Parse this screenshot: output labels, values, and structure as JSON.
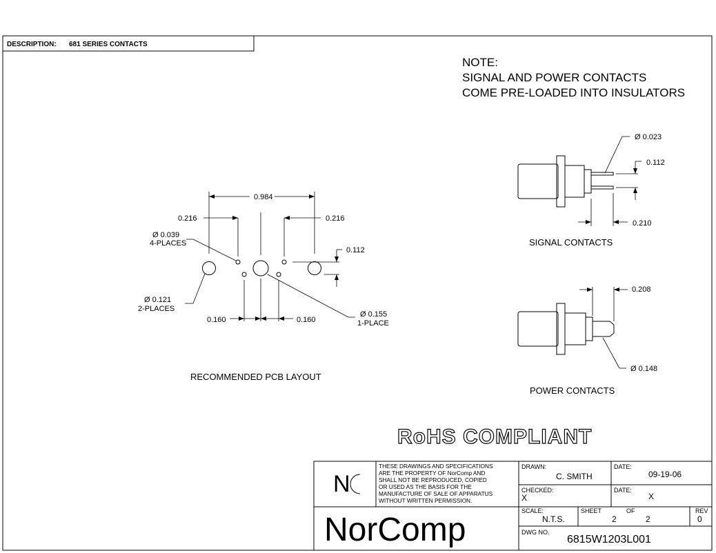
{
  "header": {
    "description_label": "DESCRIPTION:",
    "description_value": "681 SERIES CONTACTS"
  },
  "note": {
    "line1": "NOTE:",
    "line2": "SIGNAL AND POWER CONTACTS",
    "line3": "COME PRE-LOADED INTO INSULATORS"
  },
  "pcb_layout": {
    "title": "RECOMMENDED PCB LAYOUT",
    "dims": {
      "overall": "0.984",
      "left_offset": "0.216",
      "right_offset": "0.216",
      "hole_small_dia": "Ø 0.039",
      "hole_small_qty": "4-PLACES",
      "row_spacing": "0.112",
      "hole_large_dia": "Ø 0.121",
      "hole_large_qty": "2-PLACES",
      "pitch_left": "0.160",
      "pitch_right": "0.160",
      "hole_center_dia": "Ø 0.155",
      "hole_center_qty": "1-PLACE"
    }
  },
  "signal_contacts": {
    "title": "SIGNAL CONTACTS",
    "pin_dia": "Ø 0.023",
    "pin_spacing": "0.112",
    "pin_length": "0.210"
  },
  "power_contacts": {
    "title": "POWER CONTACTS",
    "tail_length": "0.208",
    "tail_dia": "Ø 0.148"
  },
  "rohs": "RoHS COMPLIANT",
  "title_block": {
    "disclaimer_lines": [
      "THESE DRAWINGS AND SPECIFICATIONS",
      "ARE THE PROPERTY OF NorComp AND",
      "SHALL NOT BE REPRODUCED, COPIED",
      "OR USED AS THE BASIS FOR THE",
      "MANUFACTURE OF SALE OF APPARATUS",
      "WITHOUT WRITTEN PERMISSION."
    ],
    "company": "NorComp",
    "drawn_label": "DRAWN:",
    "drawn_value": "C. SMITH",
    "date_label_1": "DATE:",
    "date_value_1": "09-19-06",
    "checked_label": "CHECKED:",
    "checked_value": "X",
    "date_label_2": "DATE:",
    "date_value_2": "X",
    "scale_label": "SCALE:",
    "scale_value": "N.T.S.",
    "sheet_label": "SHEET",
    "sheet_value": "2",
    "of_label": "OF",
    "of_value": "2",
    "rev_label": "REV",
    "rev_value": "0",
    "dwg_label": "DWG NO.",
    "dwg_value": "6815W1203L001"
  }
}
